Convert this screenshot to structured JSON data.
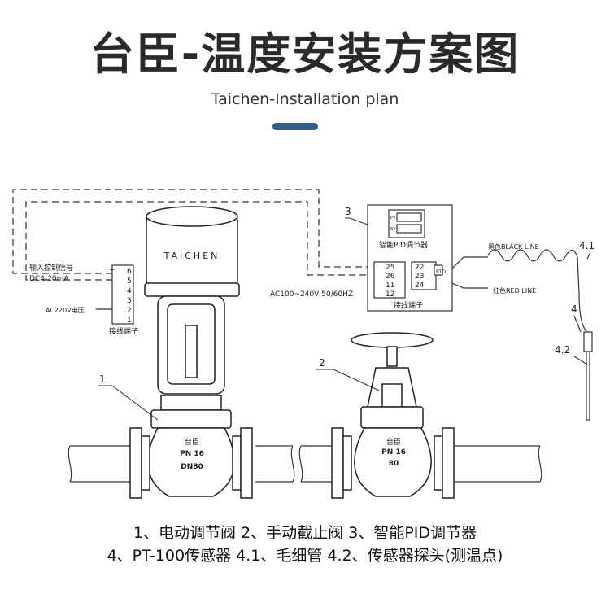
{
  "header": {
    "title": "台臣-温度安装方案图",
    "subtitle": "Taichen-Installation plan",
    "accent_color": "#2f5e8a"
  },
  "diagram": {
    "actuator_brand": "TAICHEN",
    "input_signal_label": "输入控制信号",
    "signal_type": "DC4-20mA",
    "power_label": "AC220V电压",
    "terminal_label_left": "接线端子",
    "terminal_numbers_left": [
      "6",
      "5",
      "4",
      "3",
      "2",
      "1"
    ],
    "terminal_plus": "+",
    "terminal_minus": "-",
    "controller_number": "3",
    "controller_name": "智能PID调节器",
    "controller_display_pv": "PV",
    "controller_display_sv": "SV",
    "controller_terminal_label": "接线端子",
    "controller_terminals_left": [
      "25",
      "26",
      "11",
      "12"
    ],
    "controller_terminals_right": [
      "22",
      "23",
      "24"
    ],
    "rtd_label": "RTD",
    "controller_power": "AC100~240V 50/60HZ",
    "black_line_label": "黑色BLACK LINE",
    "red_line_label": "红色RED LINE",
    "callout_1": "1",
    "callout_2": "2",
    "callout_4": "4",
    "callout_41": "4.1",
    "callout_42": "4.2",
    "valve1_brand": "台臣",
    "valve1_pressure": "PN 16",
    "valve1_size": "DN80",
    "valve2_brand": "台臣",
    "valve2_pressure": "PN 16",
    "valve2_size": "80"
  },
  "legend": {
    "line1": "1、电动调节阀  2、手动截止阀   3、智能PID调节器",
    "line2": "4、PT-100传感器  4.1、毛细管 4.2、传感器探头(测温点)"
  }
}
